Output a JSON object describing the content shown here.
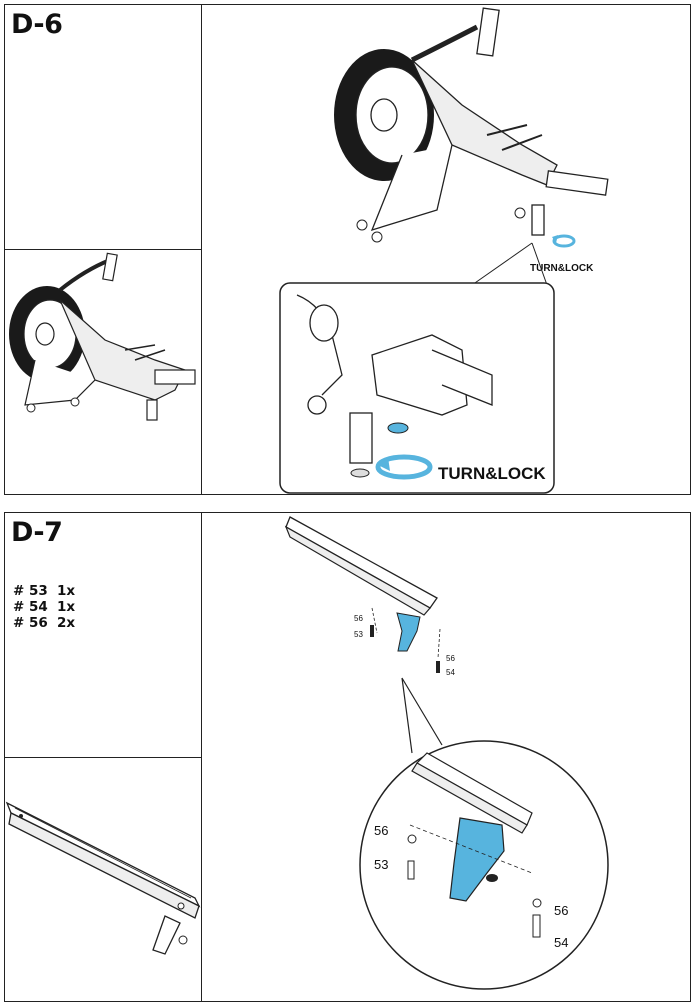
{
  "steps": [
    {
      "id": "D-6",
      "title": "D-6",
      "callout_small": "TURN&LOCK",
      "callout_large": "TURN&LOCK"
    },
    {
      "id": "D-7",
      "title": "D-7",
      "parts": [
        {
          "hash": "#",
          "number": "53",
          "qty": "1x"
        },
        {
          "hash": "#",
          "number": "54",
          "qty": "1x"
        },
        {
          "hash": "#",
          "number": "56",
          "qty": "2x"
        }
      ],
      "labels_small": {
        "l56a": "56",
        "l53": "53",
        "l56b": "56",
        "l54": "54"
      },
      "labels_large": {
        "l56a": "56",
        "l53": "53",
        "l56b": "56",
        "l54": "54"
      }
    }
  ],
  "colors": {
    "accent": "#57b4de",
    "line": "#222222",
    "shade": "#1a1a1a"
  }
}
